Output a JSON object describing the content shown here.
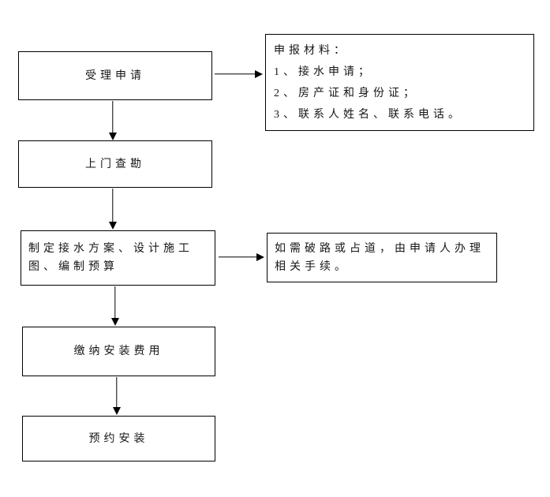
{
  "flowchart": {
    "steps": [
      {
        "label": "受理申请"
      },
      {
        "label": "上门查勘"
      },
      {
        "label": "制定接水方案、设计施工图、编制预算"
      },
      {
        "label": "缴纳安装费用"
      },
      {
        "label": "预约安装"
      }
    ],
    "notes": [
      {
        "lines": [
          "申报材料：",
          "1、接水申请；",
          "2、房产证和身份证；",
          "3、联系人姓名、联系电话。"
        ]
      },
      {
        "text": "如需破路或占道，由申请人办理相关手续。"
      }
    ],
    "colors": {
      "border": "#000000",
      "text": "#161616",
      "background": "#ffffff"
    }
  }
}
